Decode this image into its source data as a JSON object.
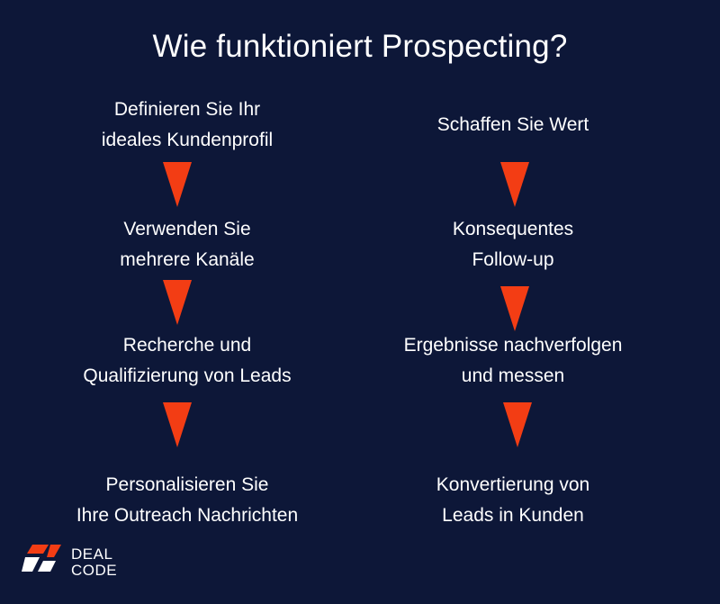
{
  "title": "Wie funktioniert Prospecting?",
  "left_column": [
    {
      "lines": [
        "Definieren Sie Ihr",
        "ideales Kundenprofil"
      ]
    },
    {
      "lines": [
        "Verwenden Sie",
        "mehrere Kanäle"
      ]
    },
    {
      "lines": [
        "Recherche und",
        "Qualifizierung von Leads"
      ]
    },
    {
      "lines": [
        "Personalisieren Sie",
        "Ihre Outreach Nachrichten"
      ]
    }
  ],
  "right_column": [
    {
      "lines": [
        "Schaffen Sie Wert"
      ]
    },
    {
      "lines": [
        "Konsequentes",
        "Follow-up"
      ]
    },
    {
      "lines": [
        "Ergebnisse nachverfolgen",
        "und messen"
      ]
    },
    {
      "lines": [
        "Konvertierung von",
        "Leads in Kunden"
      ]
    }
  ],
  "logo": {
    "line1": "DEAL",
    "line2": "CODE"
  },
  "colors": {
    "background": "#0d1738",
    "arrow": "#f33d14",
    "text": "#ffffff"
  }
}
